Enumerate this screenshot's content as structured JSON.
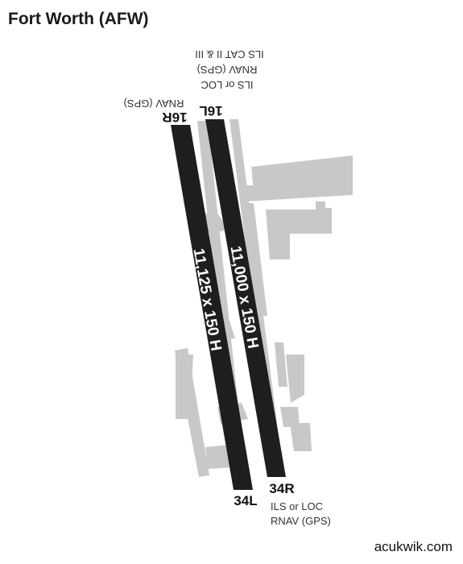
{
  "title": "Fort Worth (AFW)",
  "credit": "acukwik.com",
  "colors": {
    "runway": "#1e1e1e",
    "pavement": "#c8c8c8",
    "text": "#1a1a1a"
  },
  "runways": {
    "left": {
      "north_id": "16R",
      "south_id": "34L",
      "dimensions": "11,125 x 150 H"
    },
    "right": {
      "north_id": "16L",
      "south_id": "34R",
      "dimensions": "11,000 x 150 H"
    }
  },
  "approaches": {
    "rwy_16R": [
      "RNAV (GPS)"
    ],
    "rwy_16L": [
      "ILS CAT II & III",
      "RNAV (GPS)",
      "ILS or LOC"
    ],
    "rwy_34R": [
      "ILS or LOC",
      "RNAV (GPS)"
    ]
  }
}
